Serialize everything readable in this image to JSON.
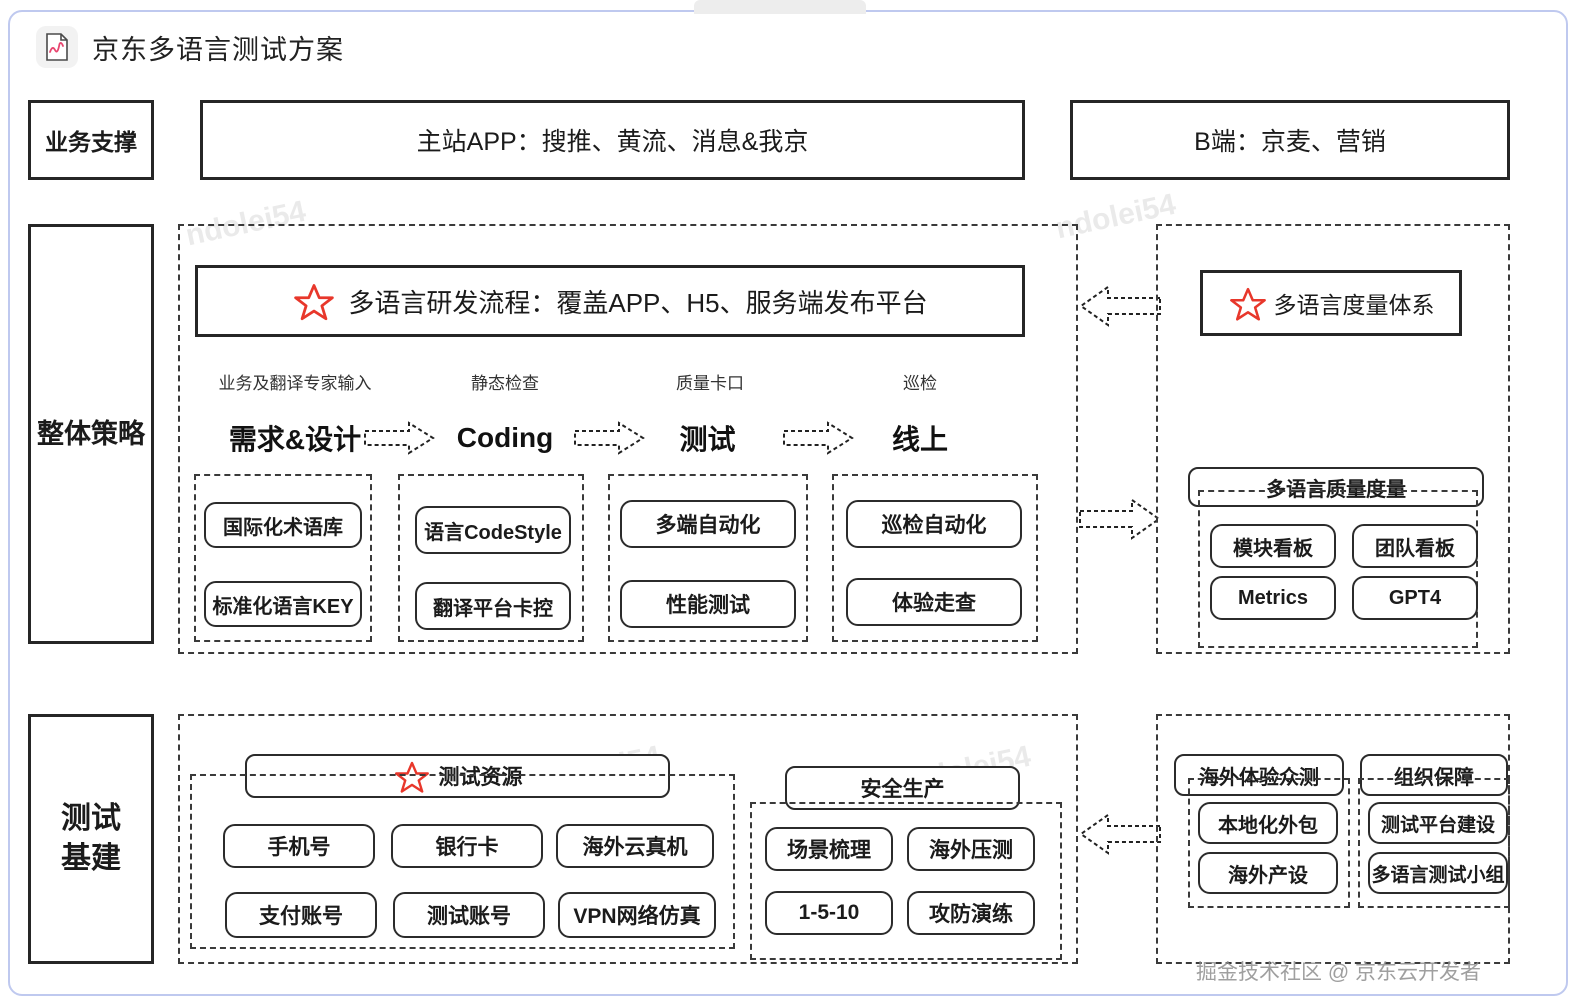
{
  "header": {
    "title": "京东多语言测试方案",
    "icon": "document-chart-icon"
  },
  "rows": {
    "business": {
      "label": "业务支撑",
      "main_app": "主站APP：搜推、黄流、消息&我京",
      "b_side": "B端：京麦、营销"
    },
    "strategy": {
      "label": "整体策略",
      "flow_title": "多语言研发流程：覆盖APP、H5、服务端发布平台",
      "flow_star": "red-star-icon",
      "stage_captions": [
        "业务及翻译专家输入",
        "静态检查",
        "质量卡口",
        "巡检"
      ],
      "stages": [
        "需求&设计",
        "Coding",
        "测试",
        "线上"
      ],
      "arrows": [
        "dashed-arrow-right-icon",
        "dashed-arrow-right-icon",
        "dashed-arrow-right-icon"
      ],
      "columns": [
        {
          "items": [
            "国际化术语库",
            "标准化语言KEY"
          ]
        },
        {
          "items": [
            "语言CodeStyle",
            "翻译平台卡控"
          ]
        },
        {
          "items": [
            "多端自动化",
            "性能测试"
          ]
        },
        {
          "items": [
            "巡检自动化",
            "体验走查"
          ]
        }
      ],
      "right_panel": {
        "title": "多语言度量体系",
        "star": "red-star-icon",
        "group_title": "多语言质量度量",
        "items": [
          "模块看板",
          "团队看板",
          "Metrics",
          "GPT4"
        ]
      },
      "connectors": [
        "dashed-arrow-left-icon",
        "dashed-arrow-right-icon"
      ]
    },
    "infra": {
      "label": "测试基建",
      "test_resource": {
        "title": "测试资源",
        "star": "red-star-icon",
        "items": [
          "手机号",
          "银行卡",
          "海外云真机",
          "支付账号",
          "测试账号",
          "VPN网络仿真"
        ]
      },
      "safe_production": {
        "title": "安全生产",
        "items": [
          "场景梳理",
          "海外压测",
          "1-5-10",
          "攻防演练"
        ]
      },
      "right_panel": {
        "groups": [
          {
            "title": "海外体验众测",
            "items": [
              "本地化外包",
              "海外产设"
            ]
          },
          {
            "title": "组织保障",
            "items": [
              "测试平台建设",
              "多语言测试小组"
            ]
          }
        ]
      },
      "connector": "dashed-arrow-left-icon"
    }
  },
  "watermark": {
    "text": "掘金技术社区 @ 京东云开发者",
    "ghost": "ndolei54"
  },
  "colors": {
    "star": "#E8372B",
    "frame": "#BFC9EF",
    "stroke": "#262626"
  }
}
